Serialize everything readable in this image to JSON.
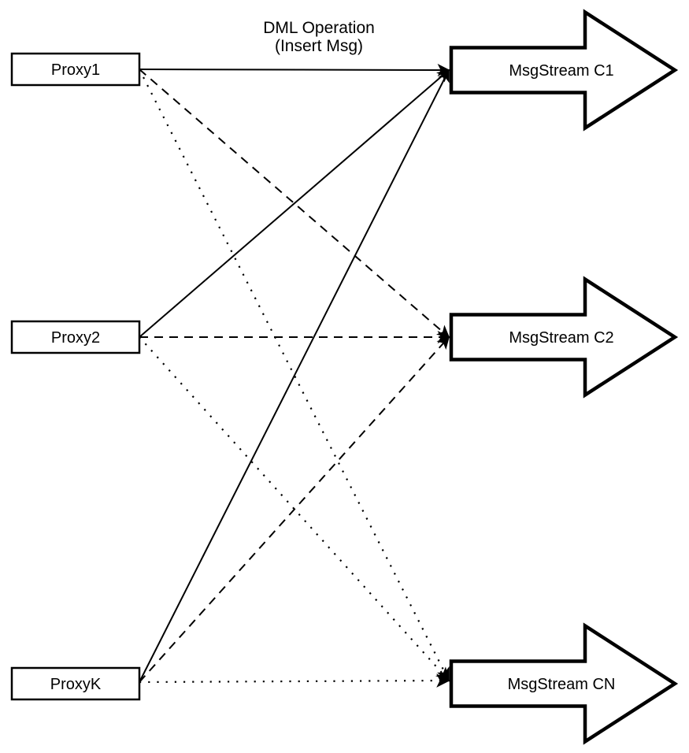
{
  "diagram": {
    "title_label": {
      "line1": "DML Operation",
      "line2": "(Insert Msg)"
    },
    "proxies": [
      {
        "id": "proxy1",
        "label": "Proxy1"
      },
      {
        "id": "proxy2",
        "label": "Proxy2"
      },
      {
        "id": "proxyk",
        "label": "ProxyK"
      }
    ],
    "streams": [
      {
        "id": "c1",
        "label": "MsgStream C1"
      },
      {
        "id": "c2",
        "label": "MsgStream C2"
      },
      {
        "id": "cn",
        "label": "MsgStream CN"
      }
    ],
    "connections": [
      {
        "from": "proxy1",
        "to": "c1",
        "style": "solid"
      },
      {
        "from": "proxy1",
        "to": "c2",
        "style": "dashed"
      },
      {
        "from": "proxy1",
        "to": "cn",
        "style": "dotted"
      },
      {
        "from": "proxy2",
        "to": "c1",
        "style": "solid"
      },
      {
        "from": "proxy2",
        "to": "c2",
        "style": "dashed"
      },
      {
        "from": "proxy2",
        "to": "cn",
        "style": "dotted"
      },
      {
        "from": "proxyk",
        "to": "c1",
        "style": "solid"
      },
      {
        "from": "proxyk",
        "to": "c2",
        "style": "dashed"
      },
      {
        "from": "proxyk",
        "to": "cn",
        "style": "dotted"
      }
    ],
    "colors": {
      "stroke": "#000000",
      "fill": "#ffffff",
      "background": "#ffffff"
    }
  }
}
